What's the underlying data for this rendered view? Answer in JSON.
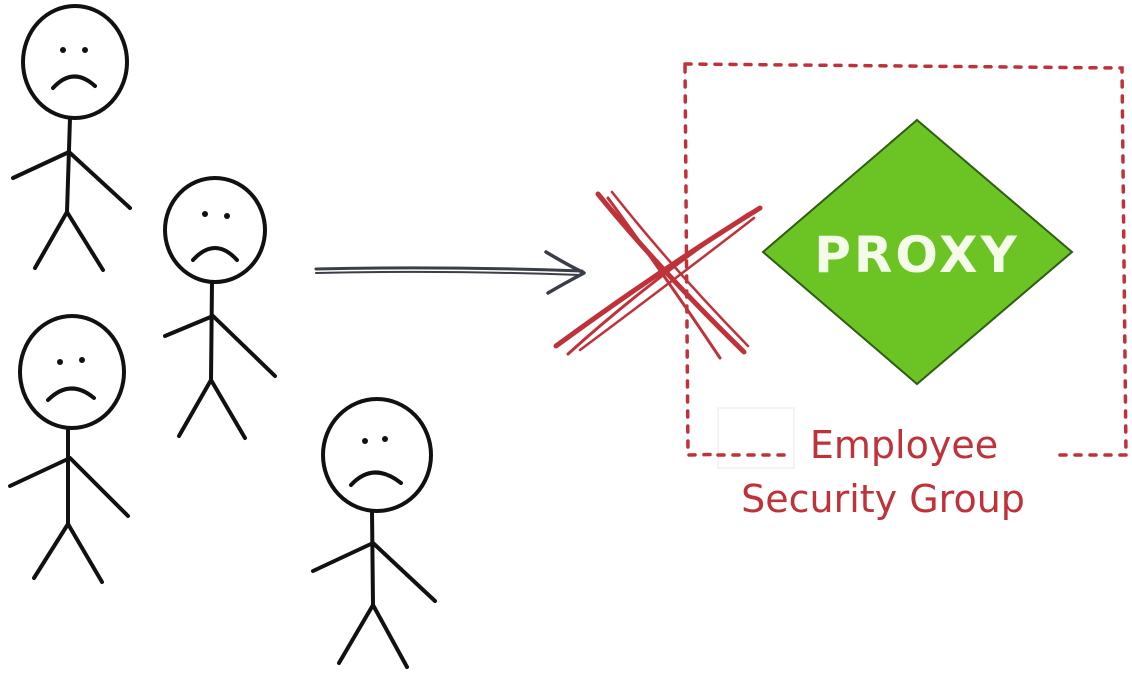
{
  "proxy": {
    "label": "PROXY",
    "fill_color": "#6cc424",
    "text_color": "#f4fbe8"
  },
  "security_group": {
    "label_line1": "Employee",
    "label_line2": "Security Group",
    "border_color": "#c0323a",
    "border_style": "dashed"
  },
  "blocked_marker": {
    "color": "#c0323a",
    "icon": "x-icon"
  },
  "arrow": {
    "color": "#3a3f47",
    "icon": "arrow-right-icon"
  },
  "people": [
    {
      "mood": "sad",
      "icon": "sad-stick-figure-icon"
    },
    {
      "mood": "sad",
      "icon": "sad-stick-figure-icon"
    },
    {
      "mood": "sad",
      "icon": "sad-stick-figure-icon"
    },
    {
      "mood": "sad",
      "icon": "sad-stick-figure-icon"
    }
  ]
}
